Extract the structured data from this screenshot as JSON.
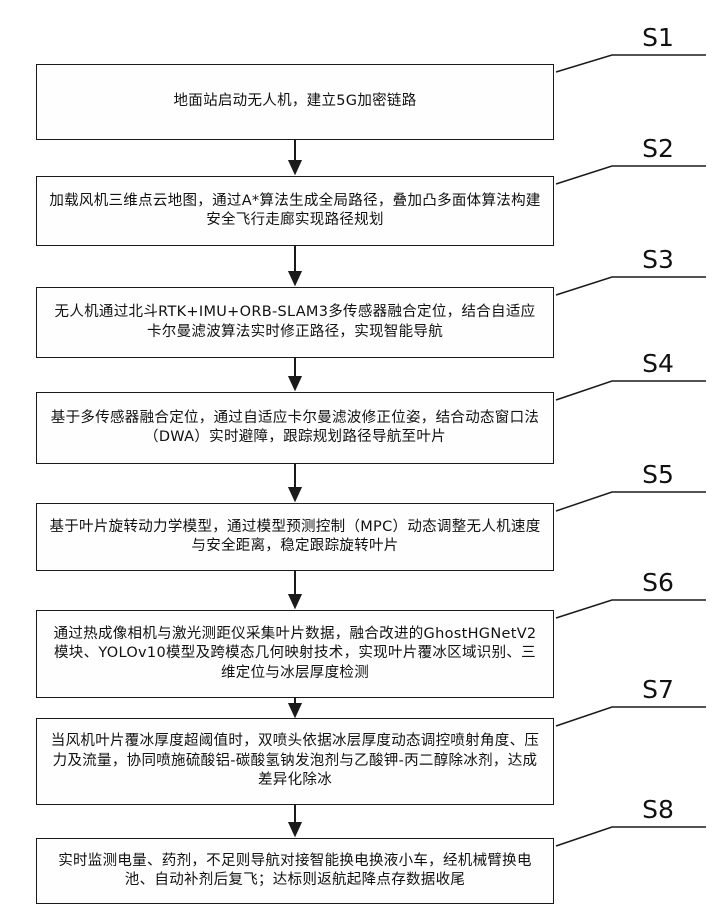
{
  "figure": {
    "type": "flowchart",
    "direction": "top-down",
    "colors": {
      "stroke": "#1a1a1a",
      "background": "#ffffff",
      "box_fill": "#fefefe",
      "text": "#111111"
    }
  },
  "steps": [
    {
      "label": "S1",
      "text": "地面站启动无人机，建立5G加密链路"
    },
    {
      "label": "S2",
      "text": "加载风机三维点云地图，通过A*算法生成全局路径，叠加凸多面体算法构建安全飞行走廊实现路径规划"
    },
    {
      "label": "S3",
      "text": "无人机通过北斗RTK+IMU+ORB-SLAM3多传感器融合定位，结合自适应卡尔曼滤波算法实时修正路径，实现智能导航"
    },
    {
      "label": "S4",
      "text": "基于多传感器融合定位，通过自适应卡尔曼滤波修正位姿，结合动态窗口法（DWA）实时避障，跟踪规划路径导航至叶片"
    },
    {
      "label": "S5",
      "text": "基于叶片旋转动力学模型，通过模型预测控制（MPC）动态调整无人机速度与安全距离，稳定跟踪旋转叶片"
    },
    {
      "label": "S6",
      "text": "通过热成像相机与激光测距仪采集叶片数据，融合改进的GhostHGNetV2模块、YOLOv10模型及跨模态几何映射技术，实现叶片覆冰区域识别、三维定位与冰层厚度检测"
    },
    {
      "label": "S7",
      "text": "当风机叶片覆冰厚度超阈值时，双喷头依据冰层厚度动态调控喷射角度、压力及流量，协同喷施硫酸铝-碳酸氢钠发泡剂与乙酸钾-丙二醇除冰剂，达成差异化除冰"
    },
    {
      "label": "S8",
      "text": "实时监测电量、药剂，不足则导航对接智能换电换液小车，经机械臂换电池、自动补剂后复飞；达标则返航起降点存数据收尾"
    }
  ]
}
